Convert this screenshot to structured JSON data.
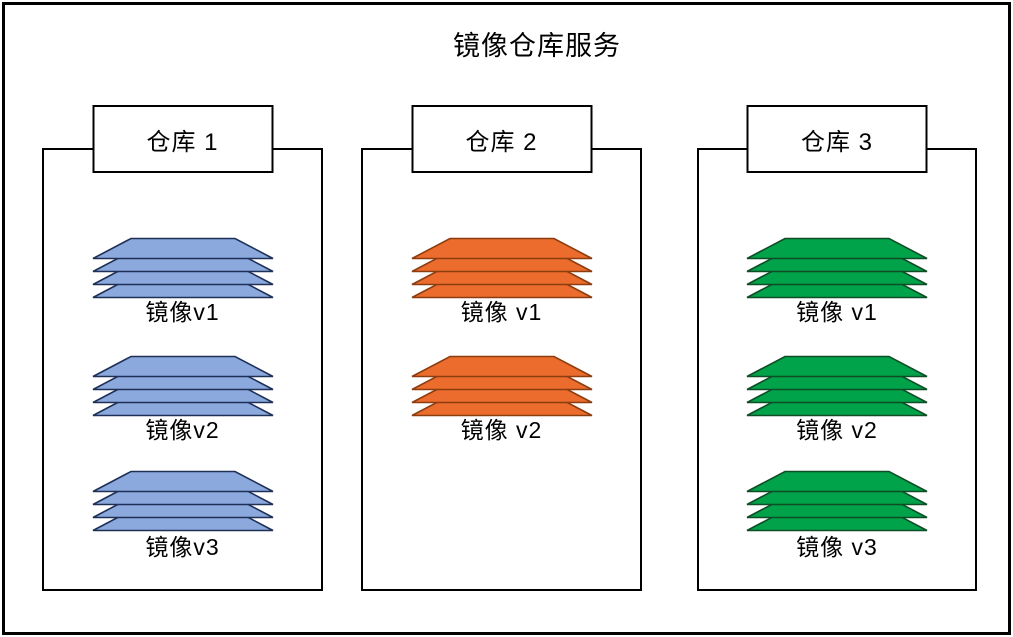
{
  "title": "镜像仓库服务",
  "repositories": [
    {
      "name": "仓库 1",
      "fill": "#8CA9DE",
      "stroke": "#1F3057",
      "images": [
        "镜像v1",
        "镜像v2",
        "镜像v3"
      ]
    },
    {
      "name": "仓库 2",
      "fill": "#EB6C2C",
      "stroke": "#8C3D10",
      "images": [
        "镜像 v1",
        "镜像 v2"
      ]
    },
    {
      "name": "仓库 3",
      "fill": "#00A24A",
      "stroke": "#0E4D26",
      "images": [
        "镜像 v1",
        "镜像 v2",
        "镜像 v3"
      ]
    }
  ]
}
